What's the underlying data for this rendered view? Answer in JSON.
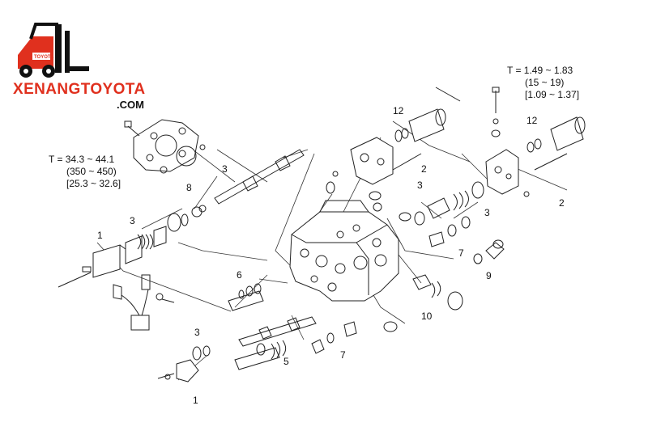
{
  "brand": {
    "name": "XENANGTOYOTA",
    "domain": ".COM",
    "badge": "TOYOTA",
    "colors": {
      "accent": "#e0301e",
      "dark": "#111111"
    }
  },
  "torque_specs": [
    {
      "id": "left",
      "line1": "T = 34.3 ~ 44.1",
      "line2": "(350 ~ 450)",
      "line3": "[25.3 ~ 32.6]"
    },
    {
      "id": "right",
      "line1": "T = 1.49 ~ 1.83",
      "line2": "(15 ~ 19)",
      "line3": "[1.09 ~ 1.37]"
    }
  ],
  "callouts": [
    "1",
    "3",
    "3",
    "8",
    "6",
    "3",
    "5",
    "1",
    "7",
    "12",
    "2",
    "3",
    "3",
    "7",
    "9",
    "10",
    "12",
    "2"
  ]
}
